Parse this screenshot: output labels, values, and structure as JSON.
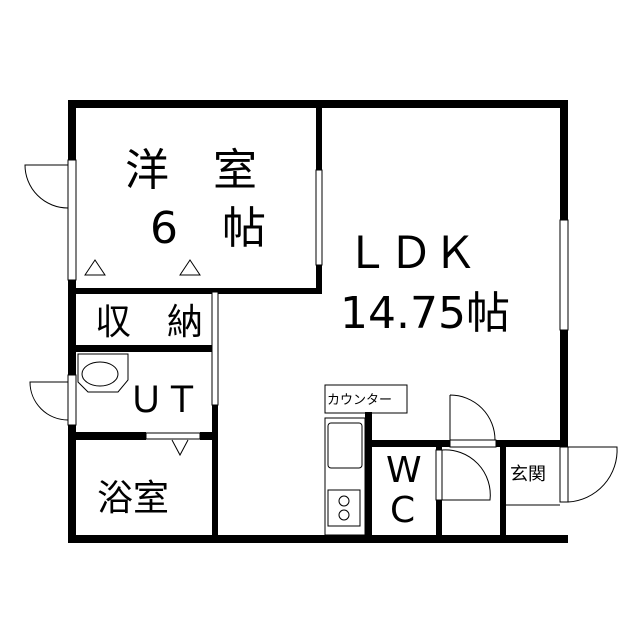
{
  "rooms": {
    "western": {
      "name": "洋　室",
      "size": "6　帖"
    },
    "ldk": {
      "name": "ＬＤＫ",
      "size": "14.75帖"
    },
    "storage": {
      "name": "収　納"
    },
    "utility": {
      "name": "ＵＴ"
    },
    "bath": {
      "name": "浴室"
    },
    "toilet": {
      "line1": "W",
      "line2": "C"
    },
    "entrance": {
      "name": "玄関"
    },
    "counter": {
      "name": "カウンター"
    }
  },
  "colors": {
    "wall": "#000000",
    "background": "#ffffff"
  }
}
